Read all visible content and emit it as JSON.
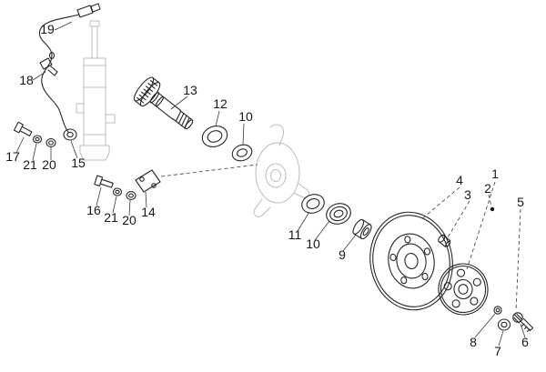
{
  "diagram": {
    "kind": "exploded-parts-diagram",
    "colors": {
      "background": "#ffffff",
      "part_line": "#262626",
      "ghost_line": "#bcbcbc",
      "label_color": "#161616"
    },
    "callouts": [
      {
        "label": "19"
      },
      {
        "label": "18"
      },
      {
        "label": "17"
      },
      {
        "label": "21"
      },
      {
        "label": "20"
      },
      {
        "label": "15"
      },
      {
        "label": "13"
      },
      {
        "label": "12"
      },
      {
        "label": "10"
      },
      {
        "label": "16"
      },
      {
        "label": "21"
      },
      {
        "label": "20"
      },
      {
        "label": "14"
      },
      {
        "label": "11"
      },
      {
        "label": "10"
      },
      {
        "label": "9"
      },
      {
        "label": "4"
      },
      {
        "label": "1"
      },
      {
        "label": "2"
      },
      {
        "label": "3"
      },
      {
        "label": "5"
      },
      {
        "label": "8"
      },
      {
        "label": "7"
      },
      {
        "label": "6"
      }
    ]
  }
}
